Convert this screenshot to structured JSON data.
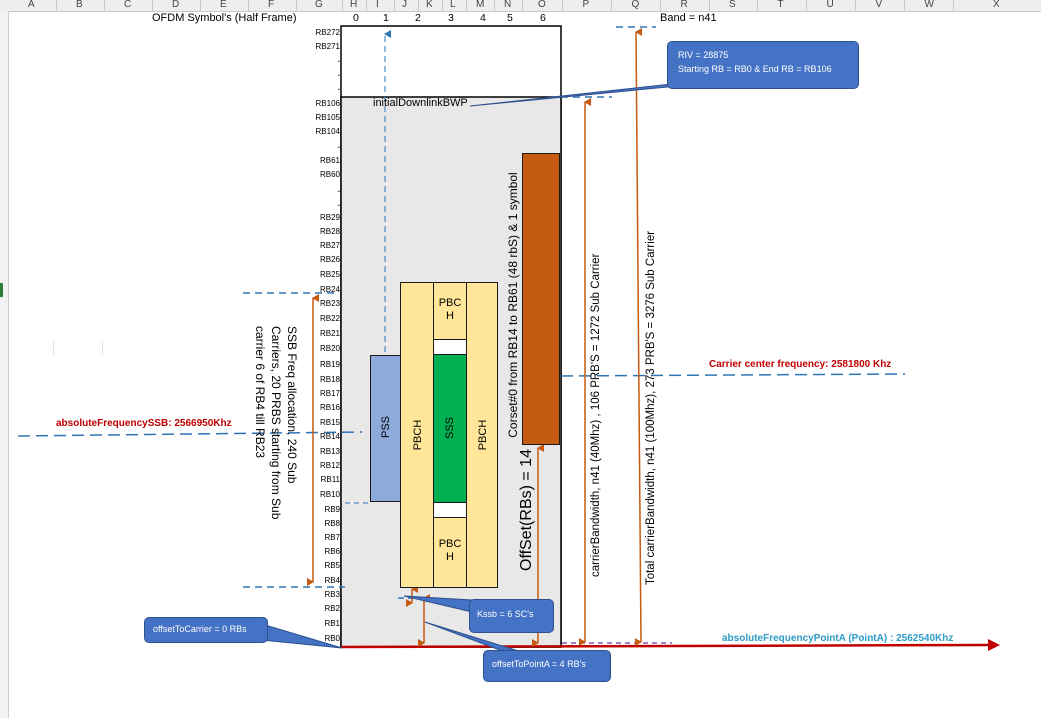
{
  "sheet": {
    "columns": [
      "A",
      "B",
      "C",
      "D",
      "E",
      "F",
      "G",
      "H",
      "I",
      "J",
      "K",
      "L",
      "M",
      "N",
      "O",
      "P",
      "Q",
      "R",
      "S",
      "T",
      "U",
      "V",
      "W",
      "X"
    ]
  },
  "header": {
    "ofdm_title": "OFDM Symbol's (Half Frame)",
    "symbols": [
      "0",
      "1",
      "2",
      "3",
      "4",
      "5",
      "6"
    ],
    "band": "Band = n41"
  },
  "rb_labels": [
    "RB272",
    "RB271",
    ".",
    ".",
    ".",
    "RB106",
    "RB105",
    "RB104",
    ".",
    "RB61",
    "RB60",
    ".",
    ".",
    "RB29",
    "RB28",
    "RB27",
    "RB26",
    "RB25",
    "RB24",
    "RB23",
    "RB22",
    "RB21",
    "RB20",
    "RB19",
    "RB18",
    "RB17",
    "RB16",
    "RB15",
    "RB14",
    "RB13",
    "RB12",
    "RB11",
    "RB10",
    "RB9",
    "RB8",
    "RB7",
    "RB6",
    "RB5",
    "RB4",
    "RB3",
    "RB2",
    "RB1",
    "RB0"
  ],
  "bwp": {
    "label": "initialDownlinkBWP",
    "riv": "RIV = 28875",
    "rb_range": "Starting RB = RB0 & End RB = RB106"
  },
  "blocks": {
    "pss": "PSS",
    "pbch_left": "PBCH",
    "pbch_top": "PBC H",
    "sss": "SSS",
    "pbch_bottom": "PBC H",
    "pbch_right": "PBCH"
  },
  "coreset": "Corset#0 from RB14 to RB61 (48 rbS) & 1 symbol",
  "offset_rbs": "OffSet(RBs) = 14",
  "carrier_bw_40": "carrierBandwidth,  n41 (40Mhz) , 106 PRB'S =  1272 Sub Carrier",
  "carrier_bw_100": "Total carrierBandwidth,  n41 (100Mhz), 273 PRB'S =  3276 Sub Carrier",
  "ssb_freq_alloc": "SSB Freq allocation, 240 Sub Carriers, 20 PRBS starting from Sub carrier 6 of RB4 till RB23",
  "carrier_center": "Carrier center frequency: 2581800 Khz",
  "abs_freq_ssb": "absoluteFrequencySSB: 2566950Khz",
  "abs_freq_pointa": "absoluteFrequencyPointA (PointA) : 2562540Khz",
  "callouts": {
    "kssb": "Kssb = 6 SC's",
    "offset_to_carrier": "offsetToCarrier = 0 RBs",
    "offset_to_pointa": "offsetToPointA = 4 RB's"
  },
  "colors": {
    "bwp_fill": "#e8e8e8",
    "pss": "#8eaadb",
    "pbch": "#ffe699",
    "sss": "#00b050",
    "coreset": "#c55a11",
    "arrow": "#c55a11",
    "pointa_line": "#c00000",
    "dash_blue": "#2e75b6",
    "callout": "#4472c4",
    "red_text": "#c00000",
    "teal_text": "#2e9bc8"
  }
}
